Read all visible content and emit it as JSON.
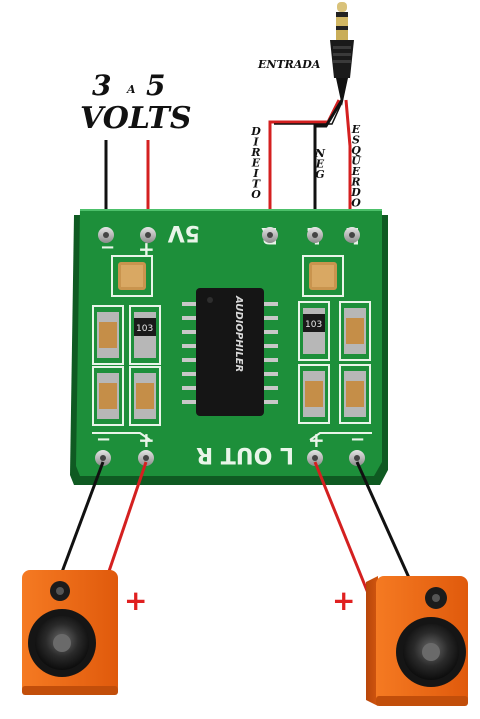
{
  "power": {
    "voltage_min": "3",
    "connector_word": "A",
    "voltage_max": "5",
    "unit": "VOLTS"
  },
  "input": {
    "label": "ENTRADA",
    "right_channel": "DIREITO",
    "ground": "NEG",
    "left_channel": "ESQUERDO"
  },
  "board": {
    "power_label": "5V",
    "right_in_label": "R",
    "ground_in_label": "L",
    "left_in_label": "L",
    "output_label": "L OUT R",
    "chip_text": "AUDIOPHILER",
    "resistor_code": "103",
    "plus_sign": "+",
    "minus_sign": "−"
  },
  "speakers": {
    "left_polarity": "+",
    "right_polarity": "+"
  },
  "colors": {
    "pcb": "#1d8f3a",
    "pcb_edge": "#0f5a22",
    "wire_positive": "#d42020",
    "wire_negative": "#111111",
    "speaker_body": "#ef6a14",
    "pin": "#b9b9b9",
    "chip": "#151515"
  }
}
